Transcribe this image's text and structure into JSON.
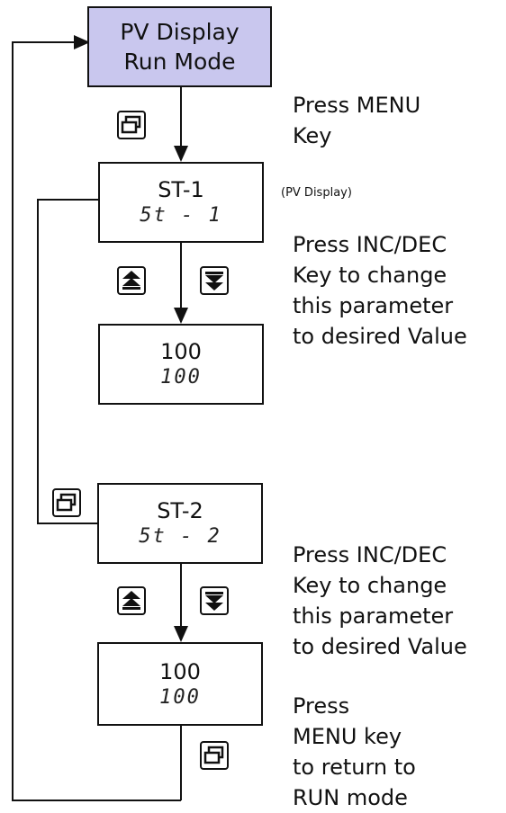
{
  "run_box": {
    "line1": "PV Display",
    "line2": "Run Mode"
  },
  "st1_box": {
    "line1": "ST-1",
    "line2": "5t - 1"
  },
  "val1_box": {
    "line1": "100",
    "line2": "100"
  },
  "st2_box": {
    "line1": "ST-2",
    "line2": "5t - 2"
  },
  "val2_box": {
    "line1": "100",
    "line2": "100"
  },
  "pv_display_note": "(PV Display)",
  "instructions": {
    "press_menu": [
      "Press MENU",
      "Key"
    ],
    "incdec_1": [
      "Press INC/DEC",
      "Key to change",
      "this parameter",
      "to desired Value"
    ],
    "incdec_2": [
      "Press INC/DEC",
      "Key to change",
      "this parameter",
      "to desired Value"
    ],
    "return": [
      "Press",
      "MENU key",
      "to return to",
      "RUN mode"
    ]
  },
  "icons": {
    "menu": "menu-key-icon",
    "inc": "inc-key-icon",
    "dec": "dec-key-icon"
  }
}
